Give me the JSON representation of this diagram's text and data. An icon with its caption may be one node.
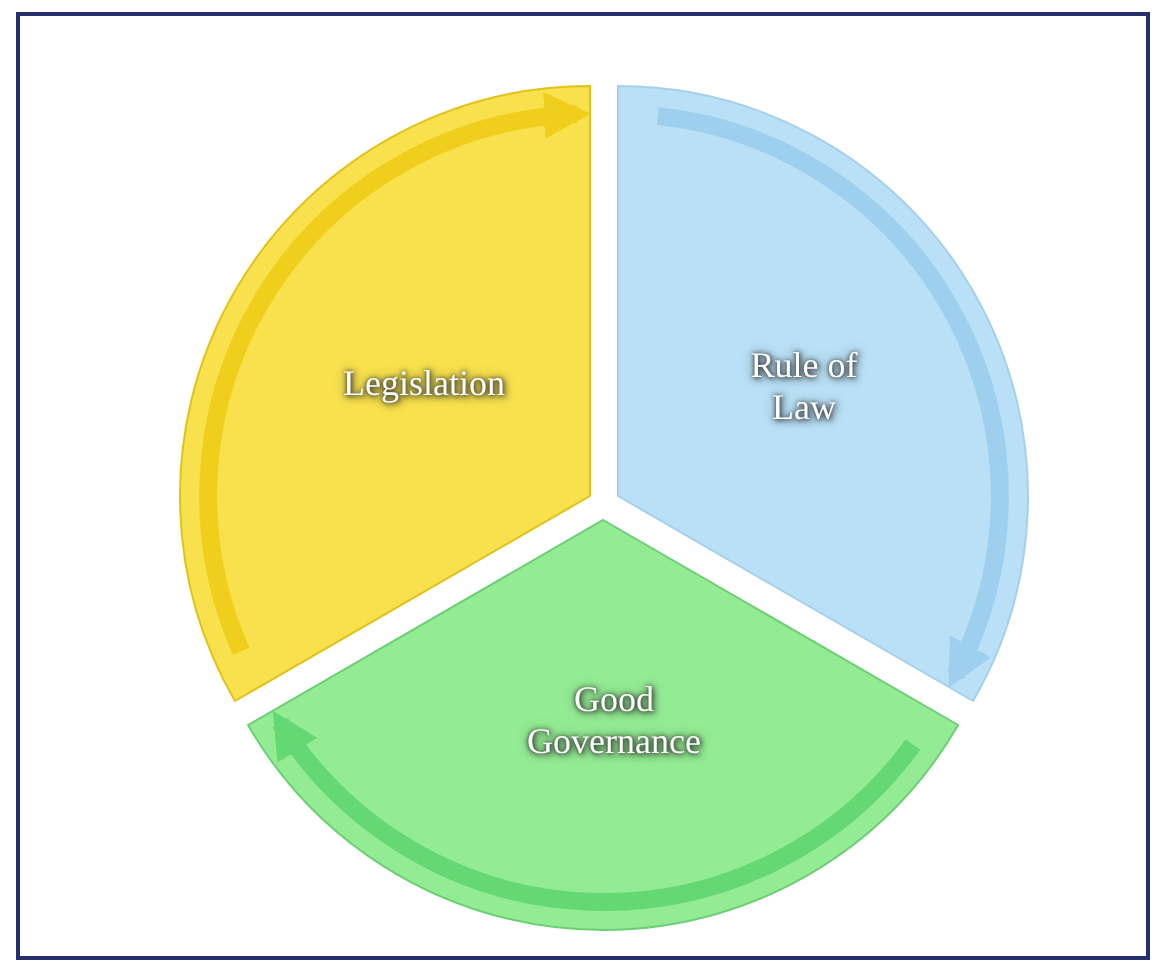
{
  "diagram": {
    "nodes": [
      {
        "text": [
          "Legislation"
        ]
      },
      {
        "text": [
          "Rule of Law"
        ]
      },
      {
        "text": [
          "Good Governance"
        ]
      }
    ],
    "edges": [
      {
        "from": 0,
        "to": 1,
        "arrow": "to",
        "color": "#f0cf1c"
      },
      {
        "from": 1,
        "to": 2,
        "arrow": "to",
        "color": "#9fcfee"
      },
      {
        "from": 2,
        "to": 0,
        "arrow": "to",
        "color": "#64d873"
      }
    ]
  }
}
